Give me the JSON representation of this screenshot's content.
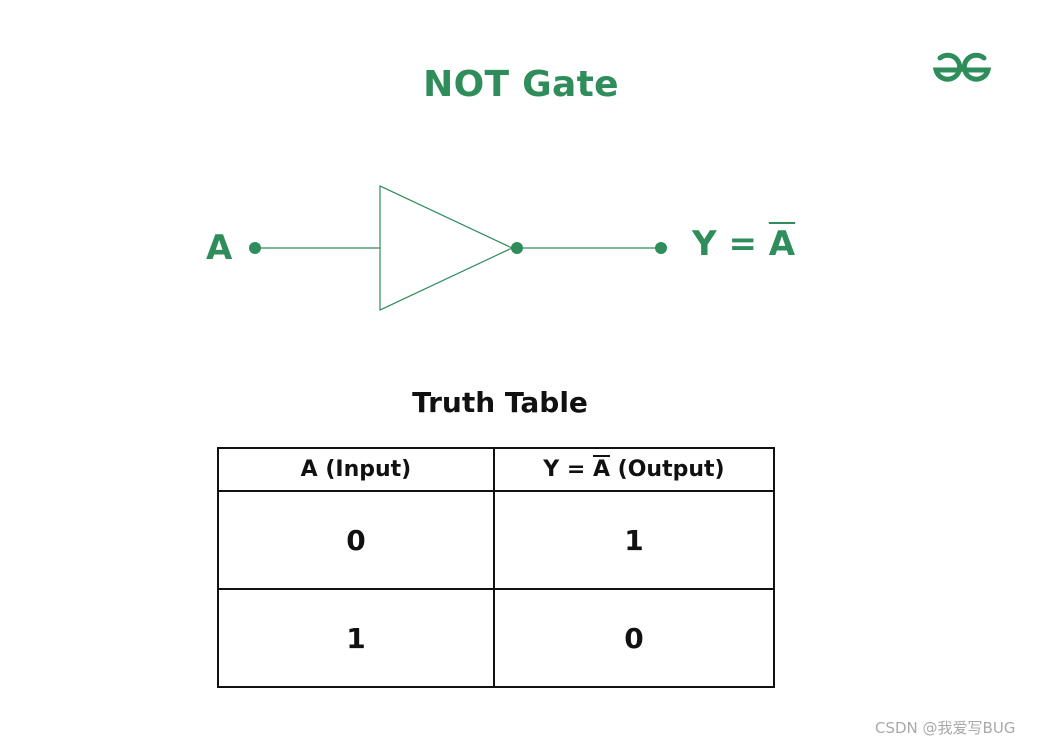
{
  "title": "NOT Gate",
  "diagram": {
    "input_label": "A",
    "output_label_prefix": "Y = ",
    "output_label_var": "A",
    "color": "#2f8d5b"
  },
  "truth_table": {
    "title": "Truth Table",
    "headers": {
      "input": "A (Input)",
      "output_prefix": "Y = ",
      "output_var": "A",
      "output_suffix": " (Output)"
    },
    "rows": [
      {
        "a": "0",
        "y": "1"
      },
      {
        "a": "1",
        "y": "0"
      }
    ]
  },
  "logo_icon": "geeksforgeeks-logo-icon",
  "watermark": "CSDN @我爱写BUG"
}
